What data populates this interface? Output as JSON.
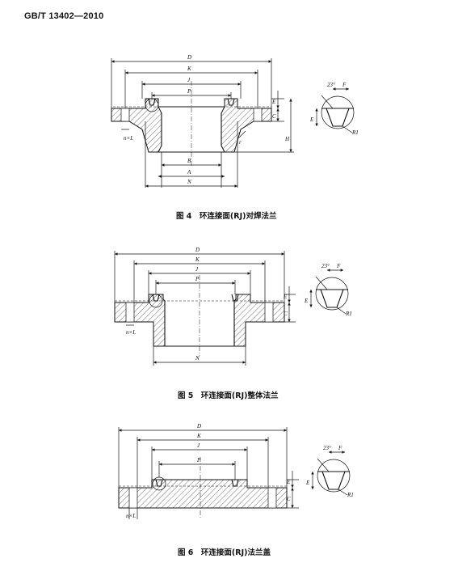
{
  "header": {
    "standard": "GB/T 13402—2010"
  },
  "figures": [
    {
      "caption": "图 4　环连接面(RJ)对焊法兰",
      "dims": {
        "D": "D",
        "K": "K",
        "J": "J",
        "P": "P",
        "B": "B",
        "A": "A",
        "N": "N",
        "E": "E",
        "C": "C",
        "H": "H",
        "r": "r",
        "nL": "n×L"
      },
      "detail": {
        "angle": "23°",
        "F": "F",
        "E": "E",
        "R1": "R1"
      }
    },
    {
      "caption": "图 5　环连接面(RJ)整体法兰",
      "dims": {
        "D": "D",
        "K": "K",
        "J": "J",
        "P": "P",
        "N": "N",
        "E": "E",
        "C": "C",
        "nL": "n×L"
      },
      "detail": {
        "angle": "23°",
        "F": "F",
        "E": "E",
        "R1": "R1"
      }
    },
    {
      "caption": "图 6　环连接面(RJ)法兰盖",
      "dims": {
        "D": "D",
        "K": "K",
        "J": "J",
        "P": "P",
        "E": "E",
        "C": "C",
        "nL": "n×L"
      },
      "detail": {
        "angle": "23°",
        "F": "F",
        "E": "E",
        "R1": "R1"
      }
    }
  ]
}
